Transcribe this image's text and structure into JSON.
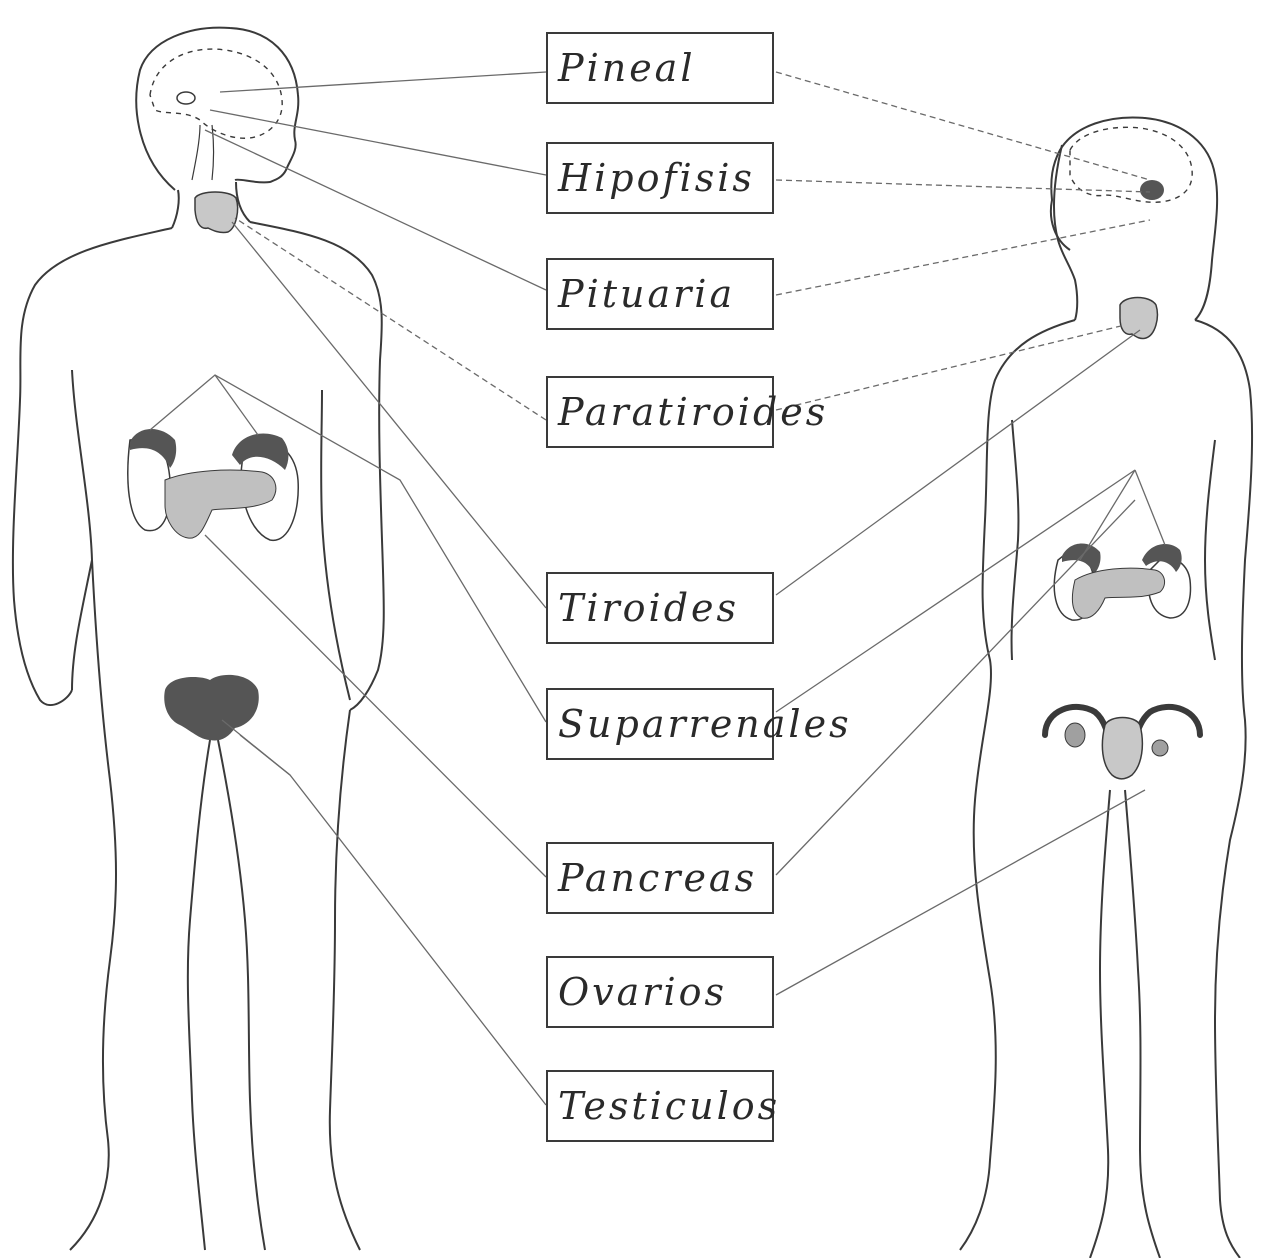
{
  "diagram": {
    "labels": [
      {
        "id": "pineal",
        "text": "Pineal"
      },
      {
        "id": "hipofisis",
        "text": "Hipofisis"
      },
      {
        "id": "pituaria",
        "text": "Pituaria"
      },
      {
        "id": "paratiroides",
        "text": "Paratiroides"
      },
      {
        "id": "tiroides",
        "text": "Tiroides"
      },
      {
        "id": "suprarrenales",
        "text": "Suparrenales"
      },
      {
        "id": "pancreas",
        "text": "Pancreas"
      },
      {
        "id": "ovarios",
        "text": "Ovarios"
      },
      {
        "id": "testiculos",
        "text": "Testiculos"
      }
    ],
    "figures": {
      "left": "male-body",
      "right": "female-body"
    },
    "colors": {
      "outline": "#3a3a3a",
      "gland_dark": "#555555",
      "gland_light": "#b8b8b8",
      "leader": "#6a6a6a"
    }
  }
}
